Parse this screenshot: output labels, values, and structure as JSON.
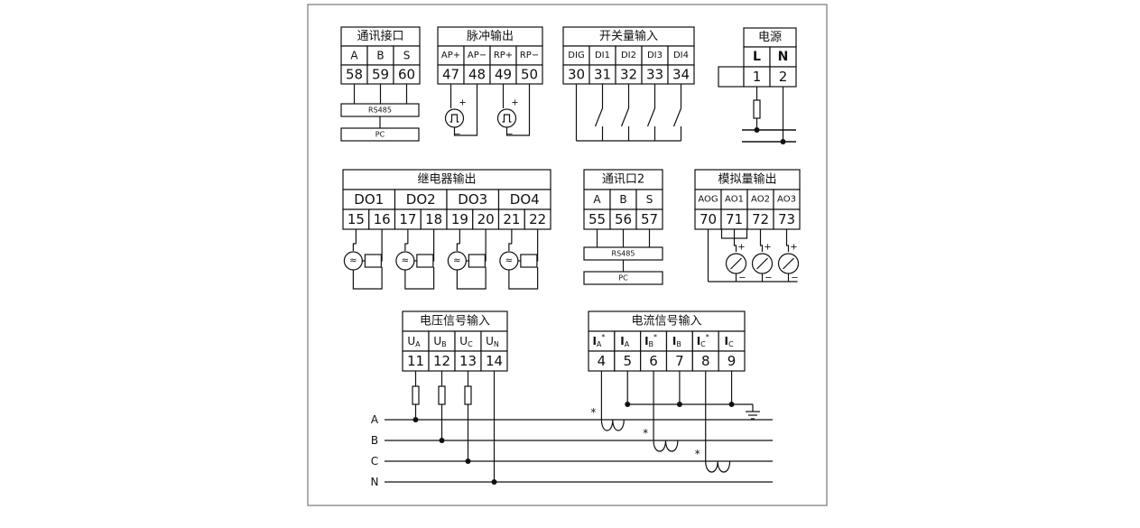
{
  "comm1": {
    "title": "通讯接口",
    "labels": [
      "A",
      "B",
      "S"
    ],
    "terminals": [
      "58",
      "59",
      "60"
    ],
    "bus": "RS485",
    "host": "PC"
  },
  "pulse": {
    "title": "脉冲输出",
    "labels": [
      "AP+",
      "AP−",
      "RP+",
      "RP−"
    ],
    "terminals": [
      "47",
      "48",
      "49",
      "50"
    ],
    "plus": "+",
    "minus": "−"
  },
  "switch_in": {
    "title": "开关量输入",
    "labels": [
      "DIG",
      "DI1",
      "DI2",
      "DI3",
      "DI4"
    ],
    "terminals": [
      "30",
      "31",
      "32",
      "33",
      "34"
    ]
  },
  "power": {
    "title": "电源",
    "labels": [
      "L",
      "N"
    ],
    "terminals": [
      "1",
      "2"
    ]
  },
  "relay": {
    "title": "继电器输出",
    "groups": [
      "DO1",
      "DO2",
      "DO3",
      "DO4"
    ],
    "terminals": [
      "15",
      "16",
      "17",
      "18",
      "19",
      "20",
      "21",
      "22"
    ],
    "ac_symbol": "≈"
  },
  "comm2": {
    "title": "通讯口2",
    "labels": [
      "A",
      "B",
      "S"
    ],
    "terminals": [
      "55",
      "56",
      "57"
    ],
    "bus": "RS485",
    "host": "PC"
  },
  "analog": {
    "title": "模拟量输出",
    "labels": [
      "AOG",
      "AO1",
      "AO2",
      "AO3"
    ],
    "terminals": [
      "70",
      "71",
      "72",
      "73"
    ],
    "plus": "+",
    "minus": "−"
  },
  "voltage": {
    "title": "电压信号输入",
    "labels": [
      {
        "main": "U",
        "sub": "A"
      },
      {
        "main": "U",
        "sub": "B"
      },
      {
        "main": "U",
        "sub": "C"
      },
      {
        "main": "U",
        "sub": "N"
      }
    ],
    "terminals": [
      "11",
      "12",
      "13",
      "14"
    ]
  },
  "current": {
    "title": "电流信号输入",
    "labels": [
      {
        "main": "I",
        "sub": "A",
        "sup": "*"
      },
      {
        "main": "I",
        "sub": "A",
        "sup": ""
      },
      {
        "main": "I",
        "sub": "B",
        "sup": "*"
      },
      {
        "main": "I",
        "sub": "B",
        "sup": ""
      },
      {
        "main": "I",
        "sub": "C",
        "sup": "*"
      },
      {
        "main": "I",
        "sub": "C",
        "sup": ""
      }
    ],
    "terminals": [
      "4",
      "5",
      "6",
      "7",
      "8",
      "9"
    ],
    "ct_mark": "*"
  },
  "phases": [
    "A",
    "B",
    "C",
    "N"
  ]
}
